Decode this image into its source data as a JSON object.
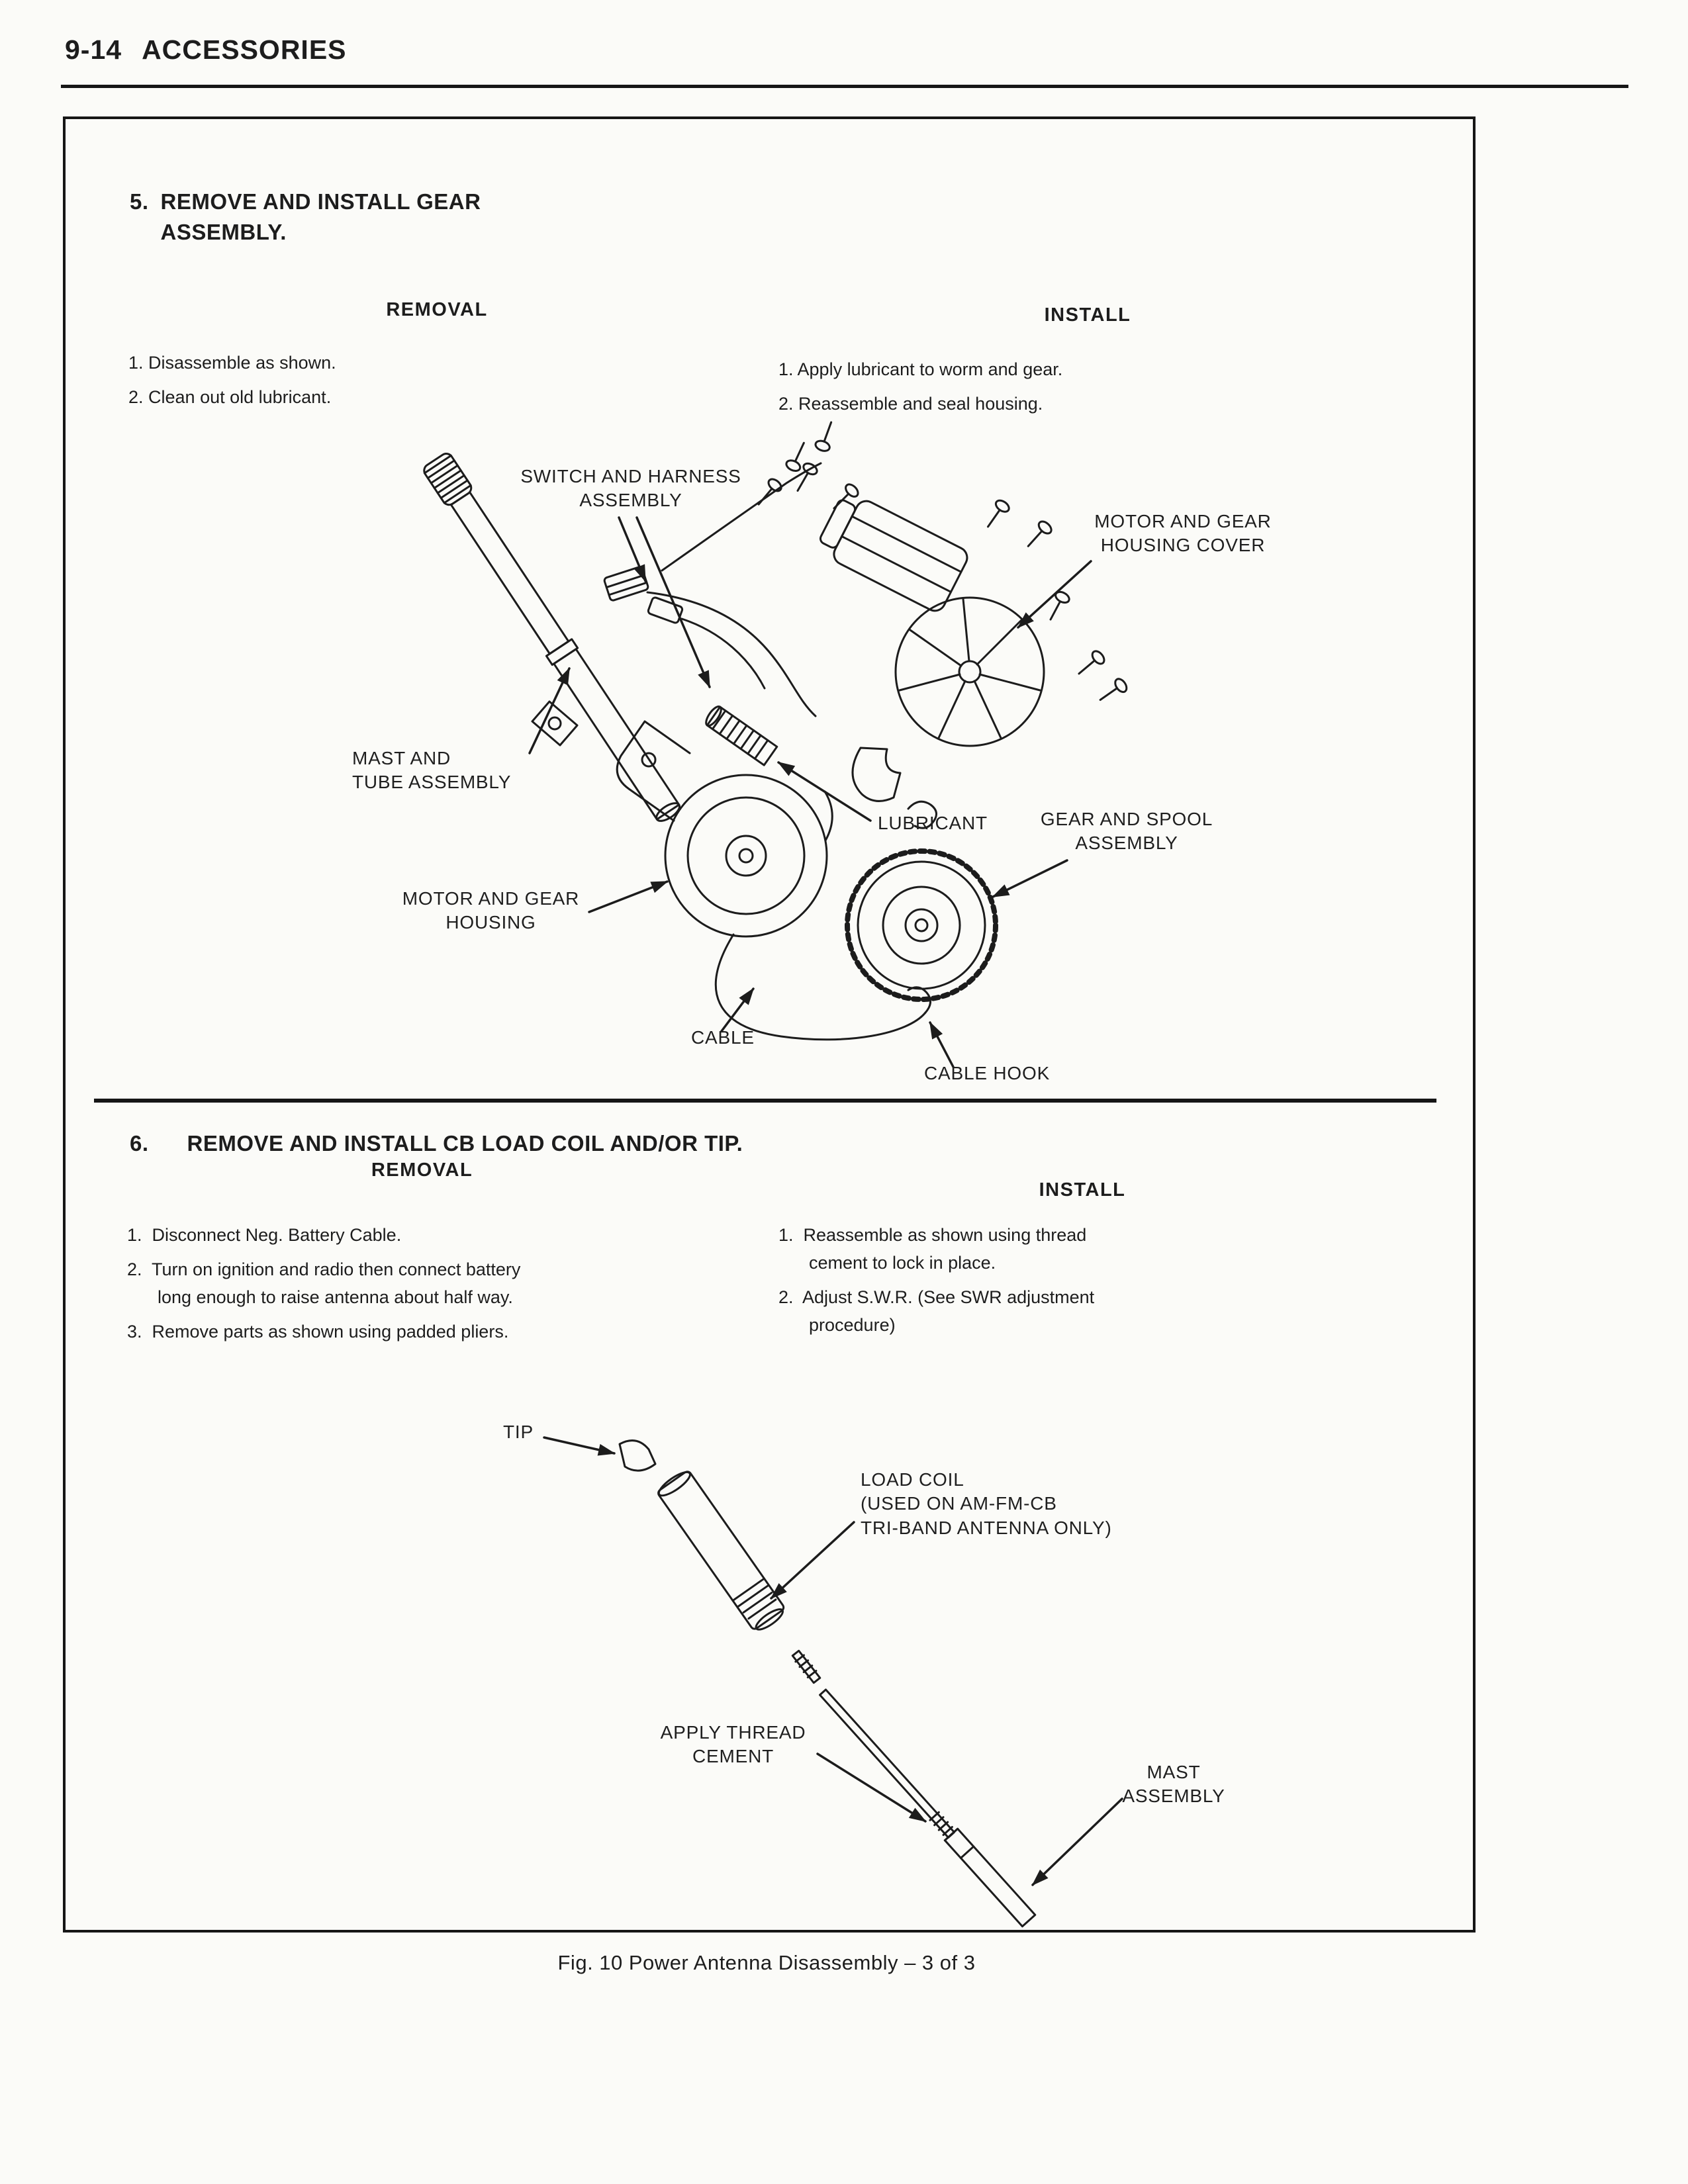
{
  "page": {
    "header_number": "9-14",
    "header_title": "ACCESSORIES",
    "figure_caption": "Fig. 10 Power Antenna Disassembly – 3 of 3"
  },
  "section5": {
    "number": "5.",
    "title": "REMOVE AND INSTALL GEAR\nASSEMBLY.",
    "removal_heading": "REMOVAL",
    "install_heading": "INSTALL",
    "removal_steps": [
      "1. Disassemble as shown.",
      "2. Clean out old lubricant."
    ],
    "install_steps": [
      "1. Apply lubricant to worm and gear.",
      "2. Reassemble and seal housing."
    ],
    "labels": {
      "switch_harness": "SWITCH AND HARNESS\nASSEMBLY",
      "motor_gear_housing_cover": "MOTOR AND GEAR\nHOUSING COVER",
      "mast_tube": "MAST AND\nTUBE ASSEMBLY",
      "lubricant": "LUBRICANT",
      "gear_spool": "GEAR AND SPOOL\nASSEMBLY",
      "motor_gear_housing": "MOTOR AND GEAR\nHOUSING",
      "cable": "CABLE",
      "cable_hook": "CABLE HOOK"
    }
  },
  "section6": {
    "number": "6.",
    "title": "REMOVE AND INSTALL CB LOAD COIL AND/OR TIP.",
    "removal_heading": "REMOVAL",
    "install_heading": "INSTALL",
    "removal_steps": [
      "1.  Disconnect Neg. Battery Cable.",
      "2.  Turn on ignition and radio then connect battery long enough to raise antenna about half way.",
      "3.  Remove parts as shown using padded pliers."
    ],
    "install_steps": [
      "1.  Reassemble as shown using thread cement to lock in place.",
      "2.  Adjust S.W.R. (See SWR adjustment procedure)"
    ],
    "labels": {
      "tip": "TIP",
      "load_coil": "LOAD COIL\n(USED ON AM-FM-CB\nTRI-BAND ANTENNA ONLY)",
      "apply_thread_cement": "APPLY THREAD\nCEMENT",
      "mast_assembly": "MAST\nASSEMBLY"
    }
  }
}
